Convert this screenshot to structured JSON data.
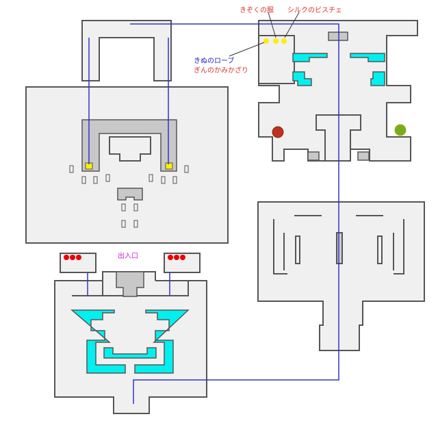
{
  "labels": {
    "noble_clothes": "きぞくの服",
    "silk_bustier": "シルクのビスチェ",
    "silk_robe": "きぬのローブ",
    "silver_hairpin": "ぎんのかみかざり",
    "entrance": "出入口"
  },
  "colors": {
    "water": "#00f0f0",
    "route": "#3333cc",
    "treasure_yellow": "#ffee00",
    "treasure_red": "#ee0000"
  }
}
